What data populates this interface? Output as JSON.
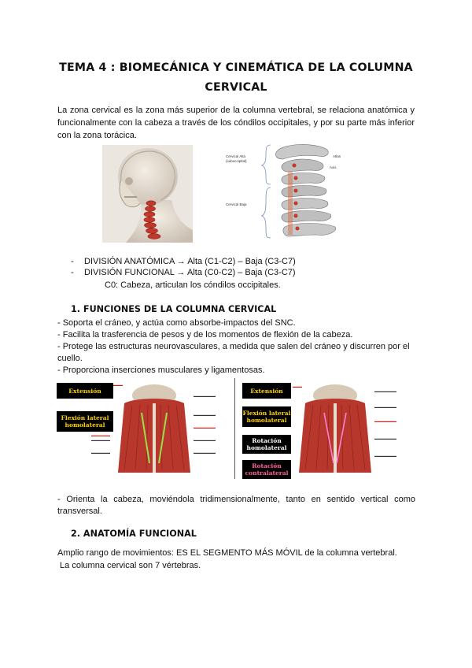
{
  "title": {
    "line1": "TEMA 4 : BIOMECÁNICA Y CINEMÁTICA DE LA COLUMNA",
    "line2": "CERVICAL"
  },
  "intro": "La zona cervical es la zona más superior de la columna vertebral, se relaciona anatómica y funcionalmente con la cabeza a través de los cóndilos occipitales, y por su parte más inferior con la zona torácica.",
  "spine_figure": {
    "label_alta": "Cervical Alta (suboccipital)",
    "label_baja": "Cervical Baja",
    "label_atlas": "Atlas",
    "label_axis": "Axis"
  },
  "divisions": {
    "anatomica": "DIVISIÓN ANATÓMICA → Alta (C1-C2) – Baja (C3-C7)",
    "funcional": "DIVISIÓN FUNCIONAL → Alta (C0-C2) – Baja (C3-C7)",
    "c0_note": "C0: Cabeza, articulan los cóndilos occipitales."
  },
  "section1": {
    "heading": "1.   FUNCIONES DE LA COLUMNA CERVICAL",
    "items": [
      "-  Soporta el cráneo, y actúa como absorbe-impactos del SNC.",
      "-  Facilita la trasferencia de pesos y de los momentos de flexión de la cabeza.",
      "-  Protege las estructuras neurovasculares, a medida que salen del cráneo y discurren por el cuello.",
      "-  Proporciona inserciones musculares y ligamentosas."
    ]
  },
  "muscle_figure": {
    "left_boxes": [
      "Extensión",
      "Flexión lateral homolateral"
    ],
    "right_boxes": [
      "Extensión",
      "Flexión lateral homolateral",
      "Rotación homolateral",
      "Rotación contralateral"
    ]
  },
  "orient_item": "-   Orienta la cabeza, moviéndola tridimensionalmente, tanto en sentido vertical como transversal.",
  "section2": {
    "heading": "2.   ANATOMÍA FUNCIONAL",
    "line1": "Amplio rango de movimientos: ES EL SEGMENTO MÁS MÓVIL de la columna vertebral.",
    "line2": " La columna cervical son 7 vértebras."
  },
  "colors": {
    "text": "#111111",
    "muscle_red": "#c0392b",
    "box_black": "#000000",
    "box_yellow": "#ffd200",
    "box_pink": "#ff5fa0"
  }
}
